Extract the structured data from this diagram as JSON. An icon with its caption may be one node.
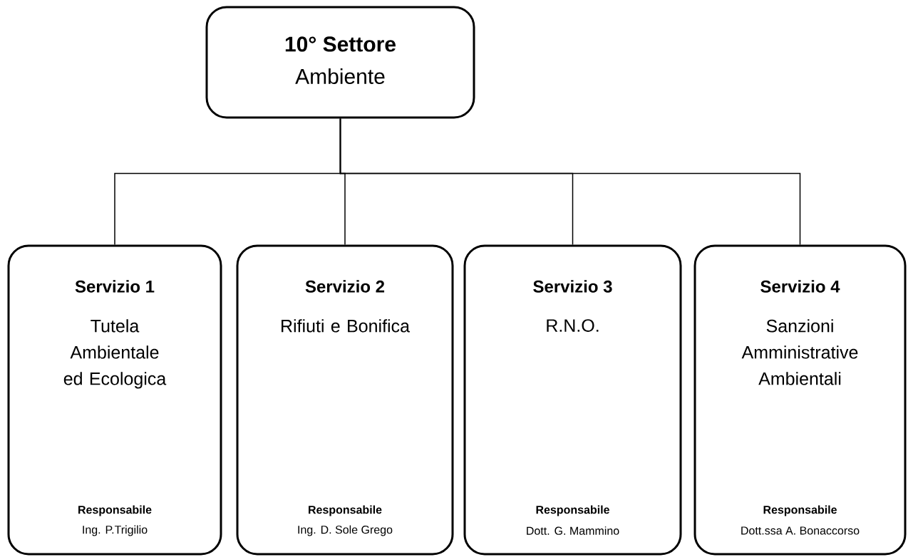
{
  "diagram": {
    "nodes": [
      {
        "text": [
          "10° Settore",
          "Ambiente"
        ]
      },
      {
        "text": [
          "Servizio 1",
          "Tutela Ambientale ed Ecologica",
          "Responsabile",
          "Ing. P.Trigilio"
        ]
      },
      {
        "text": [
          "Servizio 2",
          "Rifiuti e Bonifica",
          "Responsabile",
          "Ing. D. Sole Grego"
        ]
      },
      {
        "text": [
          "Servizio 3",
          "R.N.O.",
          "Responsabile",
          "Dott. G. Mammino"
        ]
      },
      {
        "text": [
          "Servizio 4",
          "Sanzioni Amministrative Ambientali",
          "Responsabile",
          "Dott.ssa A. Bonaccorso"
        ]
      }
    ],
    "edges": [
      {
        "from": 0,
        "to": 1,
        "arrow": "none"
      },
      {
        "from": 0,
        "to": 2,
        "arrow": "none"
      },
      {
        "from": 0,
        "to": 3,
        "arrow": "none"
      },
      {
        "from": 0,
        "to": 4,
        "arrow": "none"
      }
    ]
  }
}
